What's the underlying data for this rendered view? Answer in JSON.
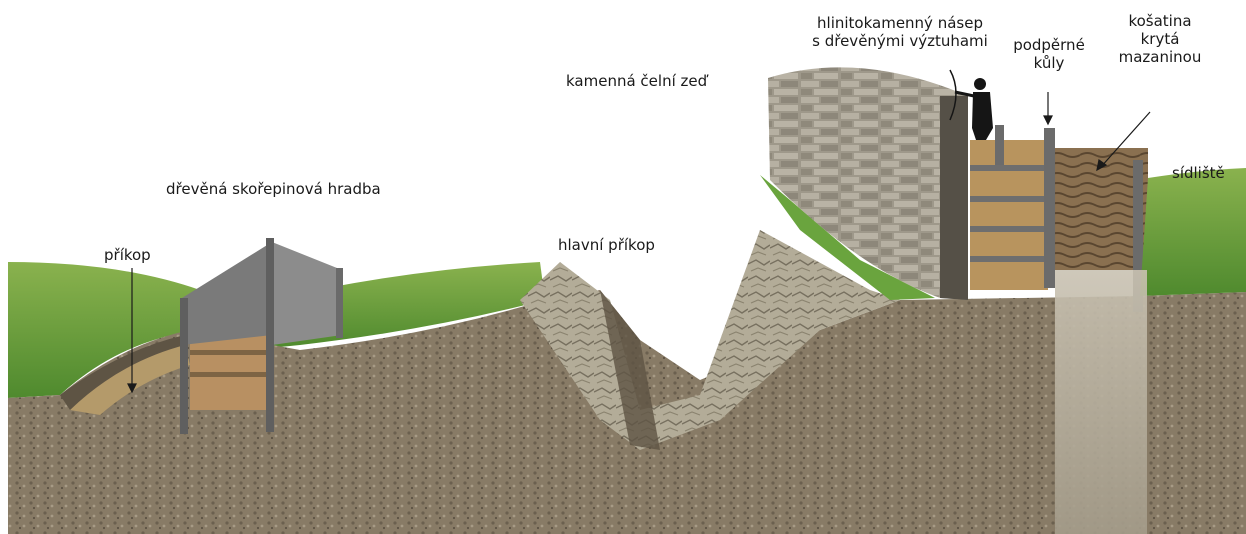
{
  "labels": {
    "prikop": "příkop",
    "drevena_hradba": "dřevěná skořepinová hradba",
    "hlavni_prikop": "hlavní příkop",
    "kamenna_zed": "kamenná čelní zeď",
    "nasep_line1": "hlinitokamenný násep",
    "nasep_line2": "s dřevěnými výztuhami",
    "kuly_line1": "podpěrné",
    "kuly_line2": "kůly",
    "kosatina_line1": "košatina",
    "kosatina_line2": "krytá",
    "kosatina_line3": "mazaninou",
    "sidliste": "sídliště"
  },
  "colors": {
    "grass": "#5f9a3a",
    "grass_light": "#8ab24e",
    "soil": "#8a7d68",
    "soil_dark": "#5e5444",
    "stone": "#b8b1a0",
    "stone_dark": "#6e685b",
    "wood": "#a8875a",
    "post": "#6b6b6b",
    "wattle": "#7a6242"
  },
  "icons": [
    "archer-silhouette-icon"
  ]
}
